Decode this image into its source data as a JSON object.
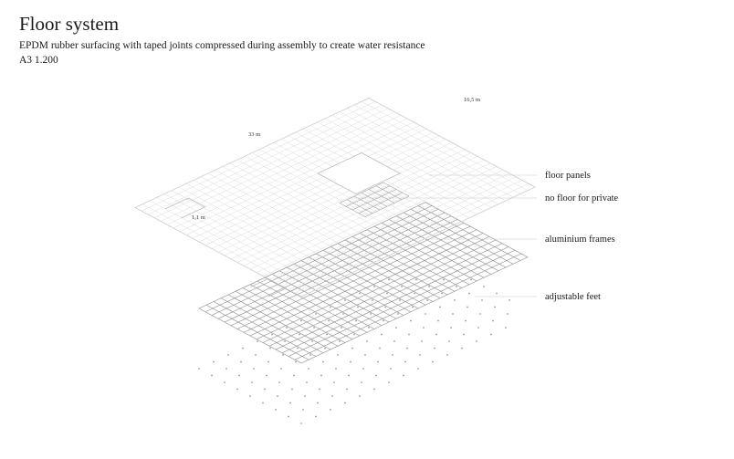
{
  "header": {
    "title": "Floor system",
    "subtitle": "EPDM rubber surfacing with taped joints compressed during assembly to create water resistance",
    "scale": "A3 1.200"
  },
  "dimensions": {
    "length": "33 m",
    "width": "16,5 m",
    "height": "1,1 m"
  },
  "labels": {
    "floor_panels": "floor panels",
    "no_floor": "no floor for private",
    "frames": "aluminium frames",
    "feet": "adjustable feet"
  },
  "colors": {
    "line": "#bdbdbd",
    "grid_top": "#dcdcdc",
    "grid_frame": "#8a8a8a",
    "leader": "#c8c8c8",
    "dot": "#9a9a9a"
  }
}
